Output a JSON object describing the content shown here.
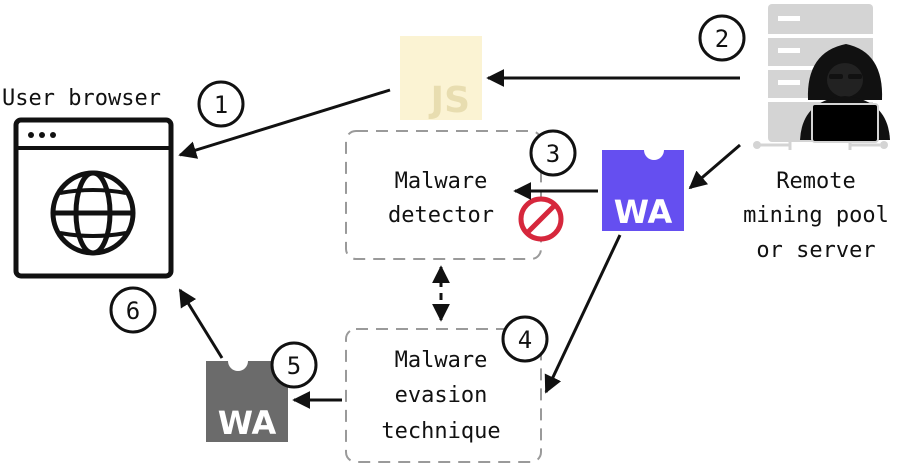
{
  "labels": {
    "user_browser": "User browser",
    "remote_line1": "Remote",
    "remote_line2": "mining pool",
    "remote_line3": "or server",
    "detector_line1": "Malware",
    "detector_line2": "detector",
    "evasion_line1": "Malware",
    "evasion_line2": "evasion",
    "evasion_line3": "technique",
    "js_badge": "JS",
    "wa_badge_purple": "WA",
    "wa_badge_gray": "WA"
  },
  "steps": [
    "1",
    "2",
    "3",
    "4",
    "5",
    "6"
  ],
  "colors": {
    "wa_purple": "#654FF0",
    "wa_gray": "#6B6B6B",
    "js_yellow": "#FBF3D3",
    "js_text": "#E8DDB0",
    "block_red": "#D6273C",
    "server_gray": "#CCCCCC",
    "dashed_box": "#9A9A9A"
  },
  "icons": {
    "browser": "browser-window-globe-icon",
    "server": "server-rack-hacker-icon",
    "blocked": "no-entry-icon"
  }
}
